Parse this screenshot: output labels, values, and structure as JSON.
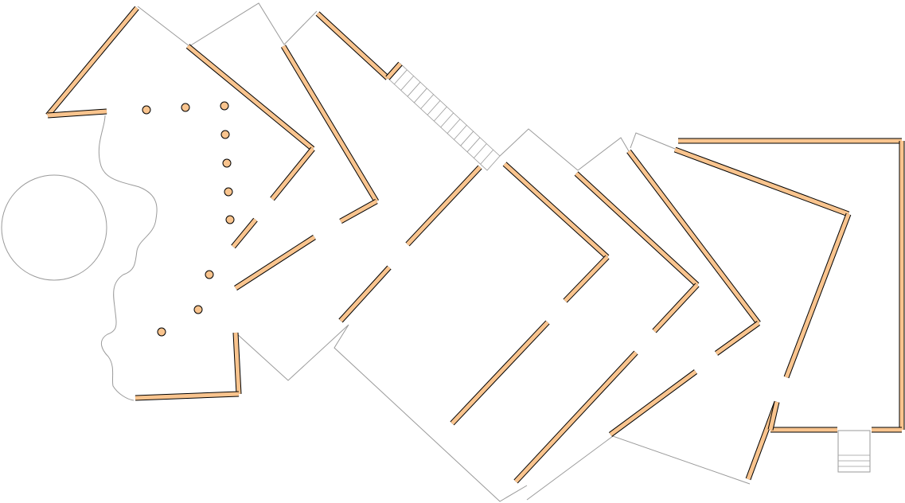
{
  "diagram": {
    "type": "architectural-floor-plan",
    "colors": {
      "wall_fill": "#f9c48e",
      "wall_stroke": "#000000",
      "outline": "#9a9a9a",
      "background": "#ffffff"
    },
    "elements": {
      "zones": [
        "west-wing",
        "central-hall",
        "east-gallery",
        "east-room"
      ],
      "features": [
        "circular-pavilion",
        "colonnade",
        "north-staircase",
        "south-entrance-steps"
      ]
    }
  }
}
